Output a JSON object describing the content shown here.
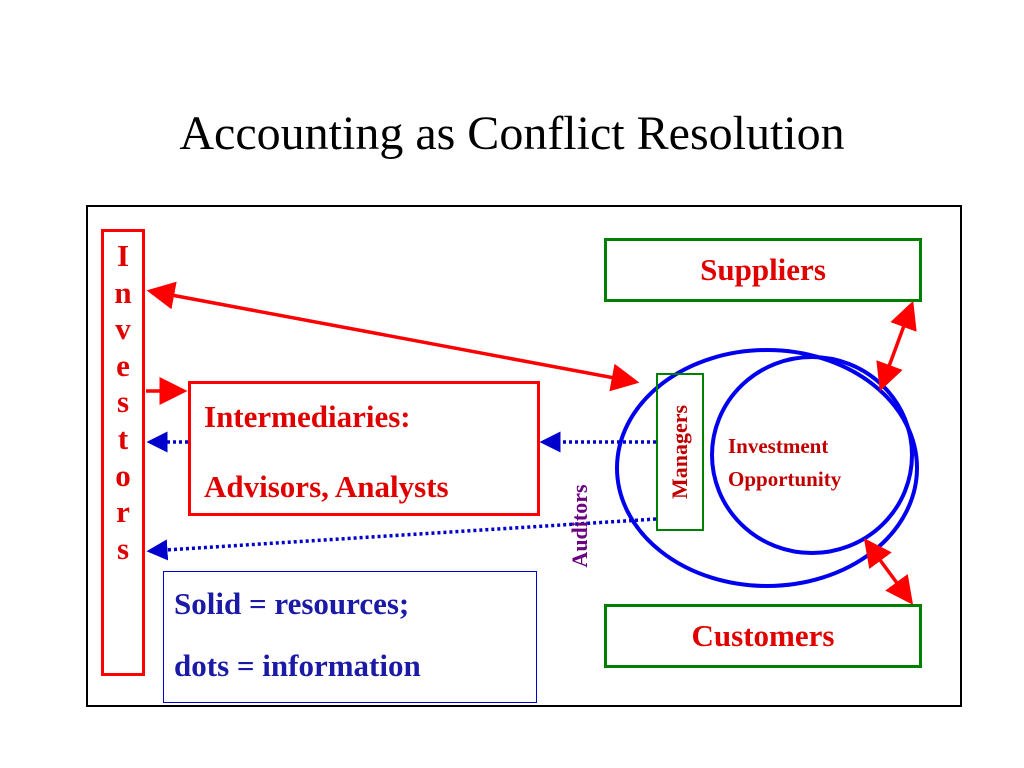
{
  "title": "Accounting as Conflict Resolution",
  "investors": {
    "letters": [
      "I",
      "n",
      "v",
      "e",
      "s",
      "t",
      "o",
      "r",
      "s"
    ]
  },
  "suppliers": {
    "label": "Suppliers"
  },
  "customers": {
    "label": "Customers"
  },
  "intermediaries": {
    "line1": "Intermediaries:",
    "line2": "Advisors, Analysts"
  },
  "managers": {
    "label": "Managers"
  },
  "auditors": {
    "label": "Auditors"
  },
  "investment": {
    "line1": "Investment",
    "line2": "Opportunity"
  },
  "legend": {
    "line1": "Solid = resources;",
    "line2": "dots = information"
  },
  "colors": {
    "resource_arrow": "#ff0000",
    "information_arrow": "#0000cc",
    "circle": "#0000ee",
    "entity_border": "#008000",
    "text_red": "#e00000"
  }
}
